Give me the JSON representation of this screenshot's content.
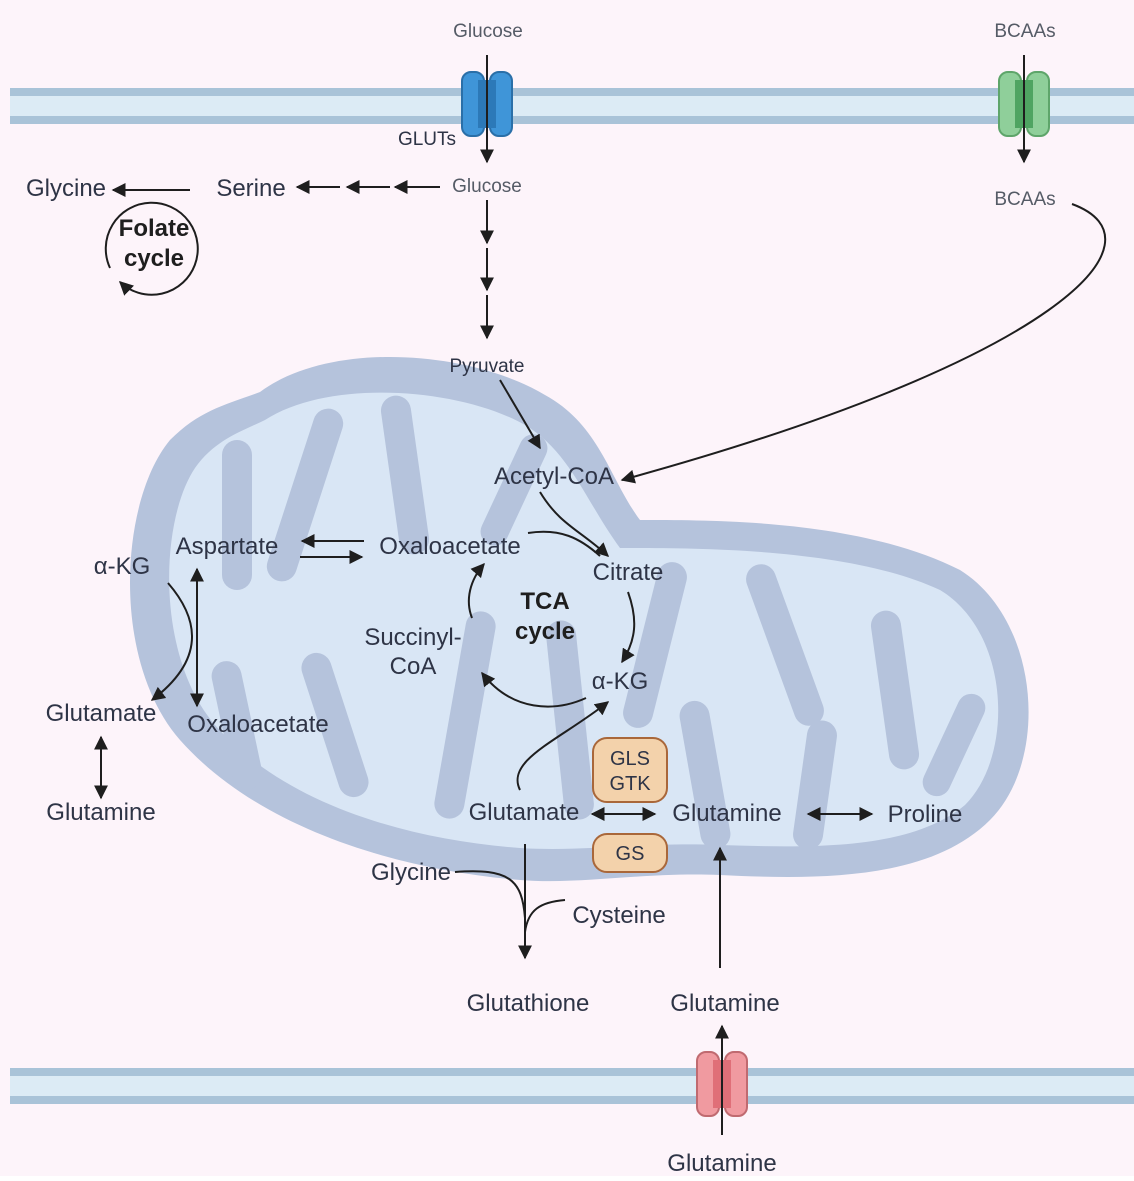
{
  "colors": {
    "background": "#fdf4fa",
    "membrane": "#a9c3d8",
    "mito_outer": "#b5c3dc",
    "mito_inner": "#d9e6f5",
    "transporter_glut": "#3f95d8",
    "transporter_bcaa": "#8fcf9a",
    "transporter_gln": "#f09aa0",
    "enzyme_fill": "#f3d2ab",
    "enzyme_stroke": "#a9673a",
    "text": "#2e3446"
  },
  "labels": {
    "glucose_top": "Glucose",
    "bcaas_top": "BCAAs",
    "gluts": "GLUTs",
    "glucose_cyto": "Glucose",
    "bcaas_cyto": "BCAAs",
    "serine": "Serine",
    "glycine_left": "Glycine",
    "folate_line1": "Folate",
    "folate_line2": "cycle",
    "pyruvate": "Pyruvate",
    "acetyl_coa": "Acetyl-CoA",
    "aspartate_mito": "Aspartate",
    "oxaloacetate_mito": "Oxaloacetate",
    "citrate": "Citrate",
    "tca_line1": "TCA",
    "tca_line2": "cycle",
    "succinyl_line1": "Succinyl-",
    "succinyl_line2": "CoA",
    "akg_mito": "α-KG",
    "akg_left": "α-KG",
    "glutamate_left": "Glutamate",
    "oxaloacetate_left": "Oxaloacetate",
    "glutamine_left": "Glutamine",
    "gls": "GLS",
    "gtk": "GTK",
    "gs": "GS",
    "glutamate_mito": "Glutamate",
    "glutamine_mito": "Glutamine",
    "proline": "Proline",
    "glycine_bottom": "Glycine",
    "cysteine": "Cysteine",
    "glutathione": "Glutathione",
    "glutamine_above_membrane": "Glutamine",
    "glutamine_outside": "Glutamine"
  }
}
